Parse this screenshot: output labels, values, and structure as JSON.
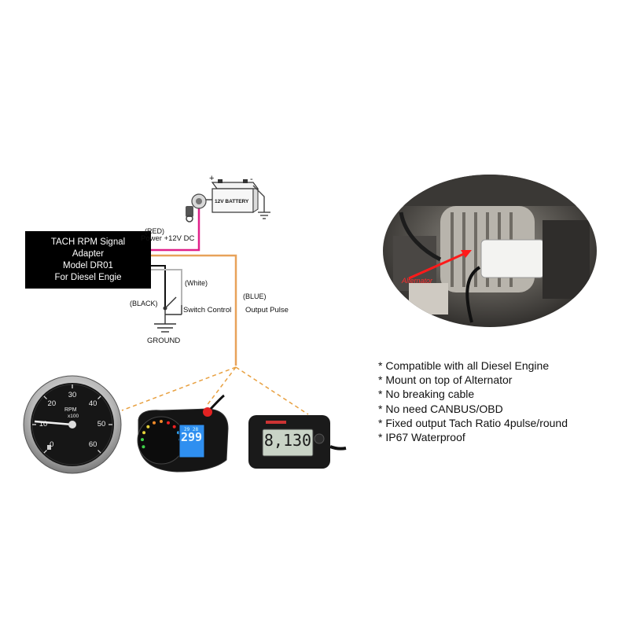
{
  "adapter": {
    "line1": "TACH RPM Signal",
    "line2": "Adapter",
    "line3": "Model DR01",
    "line4": "For Diesel Engie"
  },
  "wiring": {
    "battery_label": "12V BATTERY",
    "plus": "+",
    "minus": "-",
    "red_tag": "(RED)",
    "red_desc": "Power +12V DC",
    "white_tag": "(White)",
    "switch_desc": "Switch Control",
    "black_tag": "(BLACK)",
    "ground": "GROUND",
    "blue_tag": "(BLUE)",
    "output_desc": "Output Pulse"
  },
  "photo": {
    "arrow_label": "Alternator"
  },
  "gauge": {
    "ticks": [
      "0",
      "10",
      "20",
      "30",
      "40",
      "50",
      "60"
    ],
    "unit_line1": "RPM",
    "unit_line2": "x100"
  },
  "dash": {
    "readout": "299",
    "time": "29 28"
  },
  "meter": {
    "readout": "8,130"
  },
  "features": [
    "* Compatible with all Diesel Engine",
    "* Mount on top of Alternator",
    "* No breaking cable",
    "* No need CANBUS/OBD",
    "* Fixed output Tach Ratio 4pulse/round",
    "* IP67 Waterproof"
  ],
  "colors": {
    "red_wire": "#e0218a",
    "blue_wire": "#e8a25a",
    "black_wire": "#111111",
    "white_wire": "#b5b5b5",
    "guide_dash": "#e8a040",
    "dash_lcd": "#2f8ff0",
    "meter_lcd": "#c9d3c6"
  }
}
